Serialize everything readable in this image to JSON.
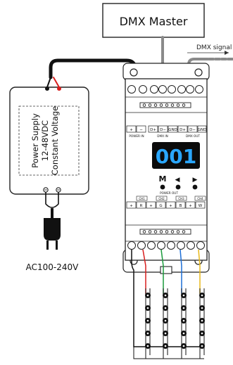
{
  "dmx_master": {
    "label": "DMX Master"
  },
  "dmx_signal": {
    "label": "DMX signal"
  },
  "power_supply": {
    "lines": [
      "Power Supply",
      "12-48VDC",
      "Constant Voltage"
    ]
  },
  "plug": {
    "label": "AC100-240V"
  },
  "controller": {
    "display_value": "001",
    "top_terminals": [
      "+",
      "−",
      "D+",
      "D−",
      "GND",
      "D+",
      "D−",
      "GND"
    ],
    "power_in_label": "POWER IN",
    "dmx_in_label": "DMX IN",
    "dmx_out_label": "DMX OUT",
    "buttons": {
      "m": "M",
      "left": "◀",
      "right": "▶"
    },
    "power_out_label": "POWER OUT",
    "bottom_terminals": [
      "+",
      "R",
      "+",
      "G",
      "+",
      "B",
      "+",
      "W"
    ],
    "channel_labels": [
      "CH1",
      "CH2",
      "CH3",
      "CH4"
    ]
  },
  "colors": {
    "wire_red": "#d81e1e",
    "wire_green": "#1a9a3c",
    "wire_blue": "#1d6fd6",
    "wire_yellow": "#e8b81a",
    "cable_gray": "#8a8a8a",
    "display_bg": "#0b0b0b",
    "display_digits": "#2aa7ff"
  }
}
